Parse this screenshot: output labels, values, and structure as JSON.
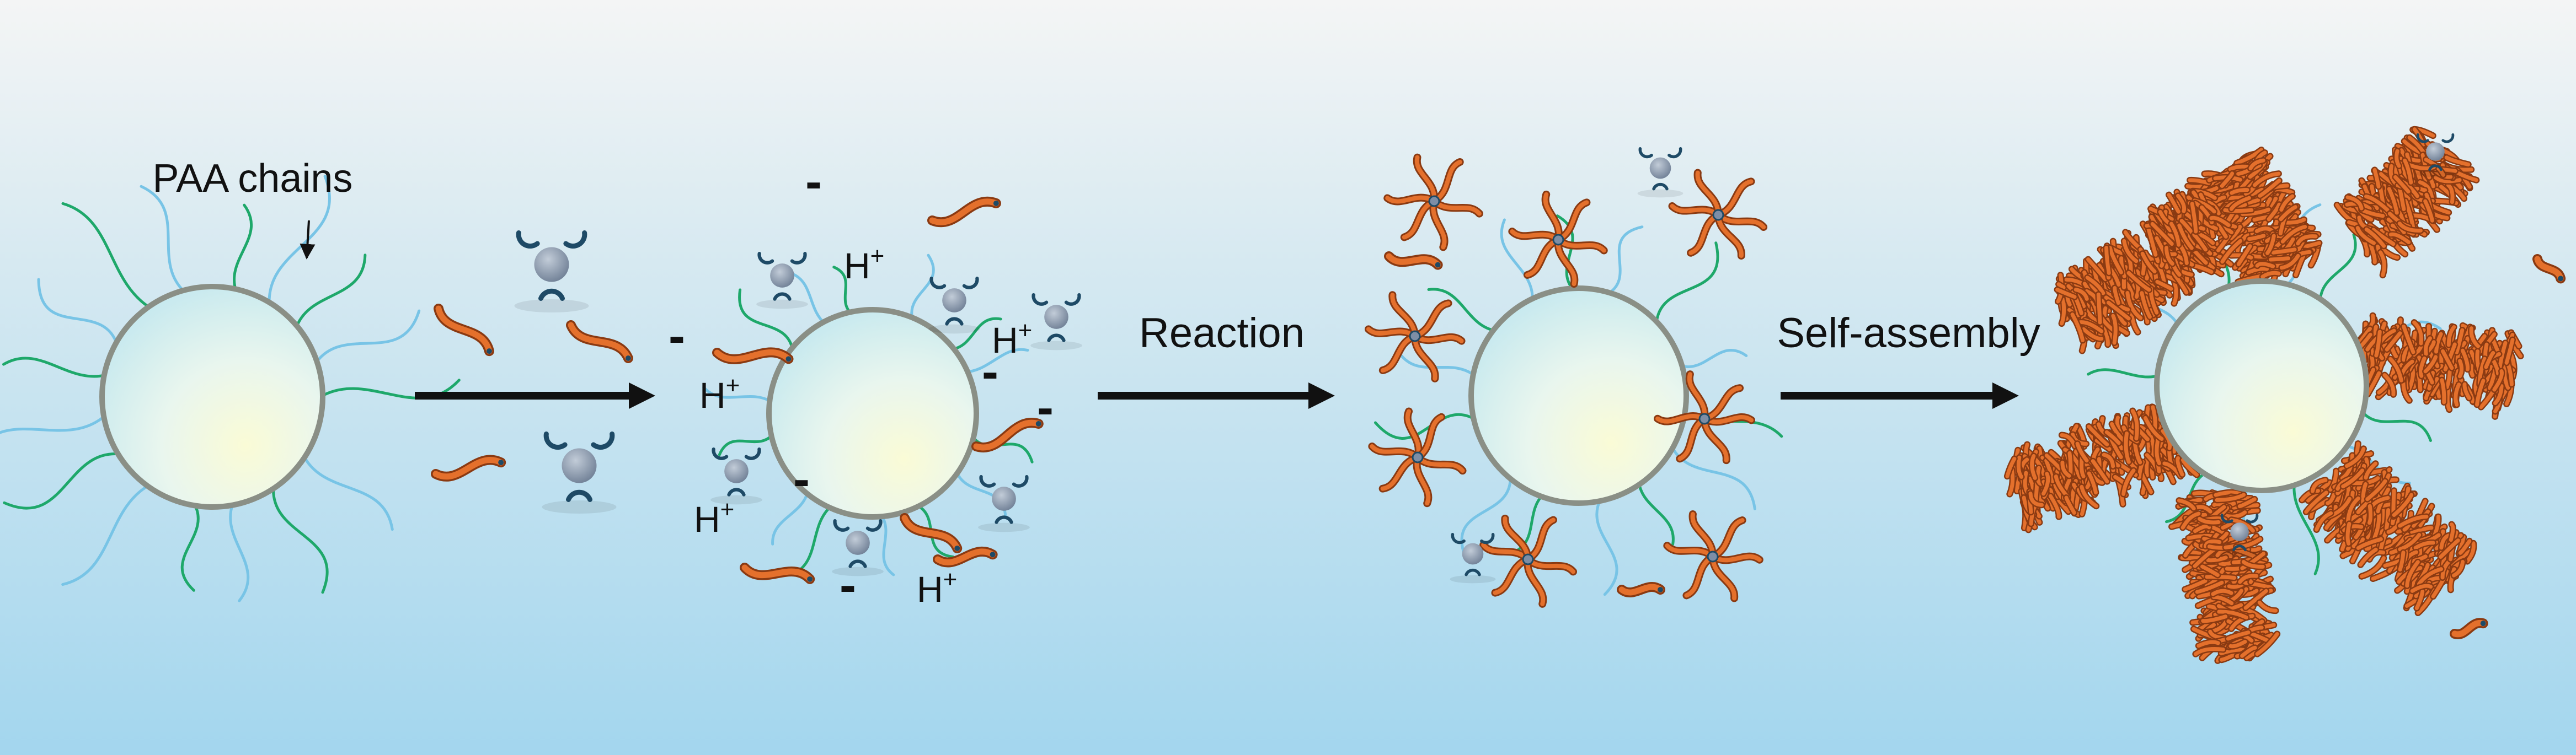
{
  "labels": {
    "paa_chains": "PAA chains",
    "reaction": "Reaction",
    "self_assembly": "Self-assembly",
    "proton": "H",
    "proton_sup": "+",
    "charge": "-"
  },
  "colors": {
    "background_top": "#f4f5f5",
    "background_bottom": "#a3d6ee",
    "chain_green": "#1ea86a",
    "chain_blue": "#78c4e6",
    "ligand_orange": "#e4702c",
    "metal_ion_gray": "#8a98ac",
    "clip_teal": "#1e4a66",
    "sphere_edge": "#8a8f86"
  },
  "icons": [
    "sphere-particle",
    "metal-ion-icon",
    "ligand-strand-icon",
    "coordination-star-icon",
    "fiber-bundle-icon"
  ]
}
